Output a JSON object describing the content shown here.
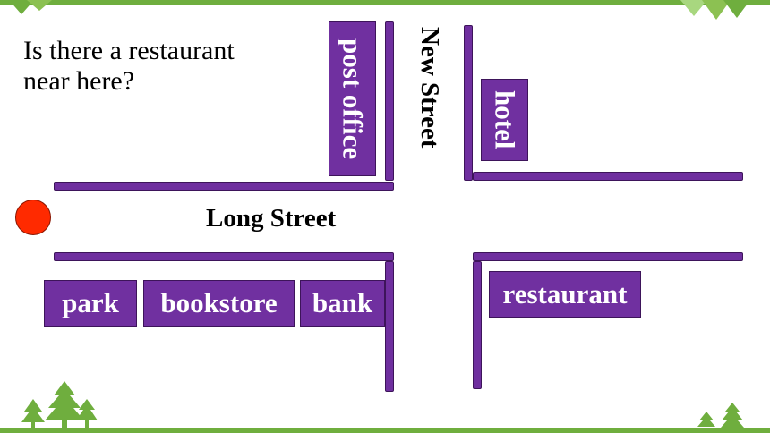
{
  "question": {
    "line1": "Is there a restaurant",
    "line2": "near here?"
  },
  "streets": {
    "horizontal": "Long Street",
    "vertical": "New Street"
  },
  "buildings": {
    "post_office": "post office",
    "hotel": "hotel",
    "park": "park",
    "bookstore": "bookstore",
    "bank": "bank",
    "restaurant": "restaurant"
  },
  "colors": {
    "road": "#6f2f9f",
    "building": "#7030a0",
    "marker": "#ff2a00",
    "accent": "#6fae3e"
  }
}
